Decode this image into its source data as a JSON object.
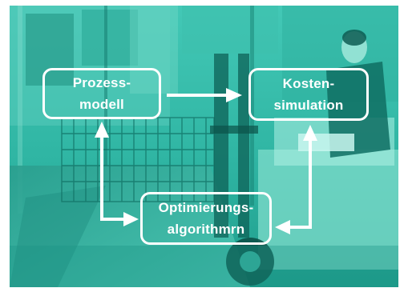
{
  "diagram": {
    "nodes": {
      "prozessmodell": "Prozess-\nmodell",
      "kostensimulation": "Kosten-\nsimulation",
      "optimierungsalgorithmrn": "Optimierungs-\nalgorithmrn"
    },
    "edges": [
      {
        "from": "prozessmodell",
        "to": "kostensimulation",
        "direction": "forward"
      },
      {
        "from": "prozessmodell",
        "to": "optimierungsalgorithmrn",
        "direction": "both"
      },
      {
        "from": "optimierungsalgorithmrn",
        "to": "kostensimulation",
        "direction": "both"
      }
    ]
  },
  "colors": {
    "tint": "#2bb7a4",
    "tint_dark": "#1a8a7b",
    "tint_light": "#8fe0d2",
    "line": "#ffffff"
  }
}
